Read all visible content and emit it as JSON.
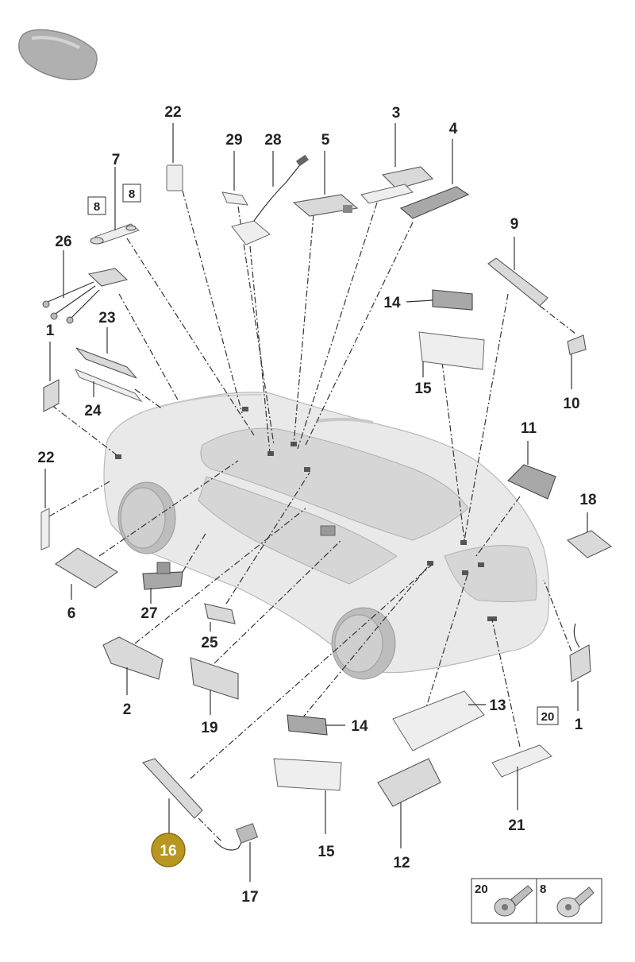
{
  "callouts": {
    "c1a": "1",
    "c1b": "1",
    "c2": "2",
    "c3": "3",
    "c4": "4",
    "c5": "5",
    "c6": "6",
    "c7": "7",
    "c8a": "8",
    "c8b": "8",
    "c9": "9",
    "c10": "10",
    "c11": "11",
    "c12": "12",
    "c13": "13",
    "c14a": "14",
    "c14b": "14",
    "c15a": "15",
    "c15b": "15",
    "c16": "16",
    "c17": "17",
    "c18": "18",
    "c19": "19",
    "c20": "20",
    "c21": "21",
    "c22a": "22",
    "c22b": "22",
    "c23": "23",
    "c24": "24",
    "c25": "25",
    "c26": "26",
    "c27": "27",
    "c28": "28",
    "c29": "29"
  },
  "legend": {
    "screw_a": "20",
    "screw_b": "8"
  },
  "colors": {
    "highlight_badge": "#b8961f",
    "highlight_text": "#ffffff"
  }
}
